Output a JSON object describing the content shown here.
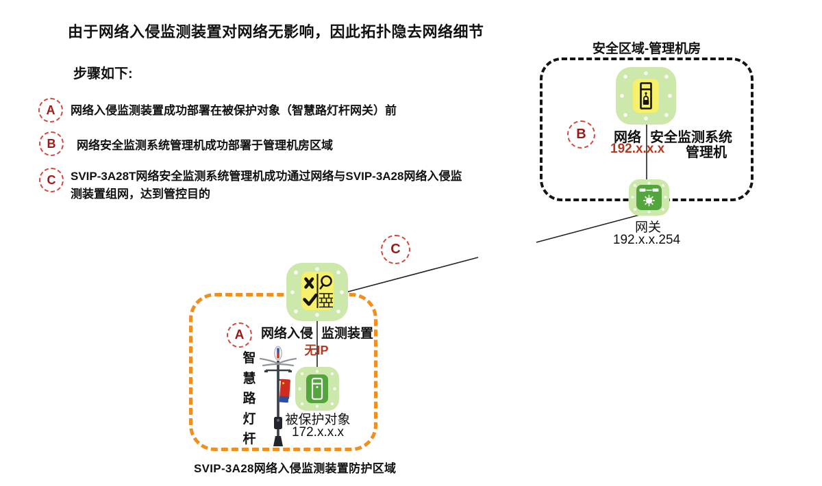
{
  "colors": {
    "icon_light_green": "#cde8ab",
    "icon_yellow": "#f6f06a",
    "icon_green": "#54a53d",
    "zone_orange": "#ee8f1f",
    "zone_black": "#141414",
    "badge_letter_red": "#9c1a15",
    "badge_border_red": "#d3473a",
    "accent_red": "#b03b22"
  },
  "header": {
    "title": "由于网络入侵监测装置对网络无影响，因此拓扑隐去网络细节",
    "steps_heading": "步骤如下:",
    "steps": [
      {
        "id": "A",
        "text": "网络入侵监测装置成功部署在被保护对象（智慧路灯杆网关）前"
      },
      {
        "id": "B",
        "text": "网络安全监测系统管理机成功部署于管理机房区域"
      },
      {
        "id": "C",
        "text": "SVIP-3A28T网络安全监测系统管理机成功通过网络与SVIP-3A28网络入侵监测装置组网，达到管控目的"
      }
    ]
  },
  "security_zone": {
    "title": "安全区域-管理机房",
    "badge": "B",
    "server": {
      "icon": "secure-server-icon",
      "label_left": "网络",
      "label_right": "安全监测系统",
      "ip": "192.x.x.x",
      "role": "管理机"
    },
    "gateway": {
      "icon": "router-gateway-icon",
      "label": "网关",
      "ip": "192.x.x.254"
    }
  },
  "link": {
    "badge": "C"
  },
  "protection_zone": {
    "badge": "A",
    "device": {
      "icon": "intrusion-monitor-icon",
      "label_left": "网络入侵",
      "label_right": "监测装置",
      "ip": "无IP"
    },
    "pole_label": "智慧路灯杆",
    "protected": {
      "icon": "protected-host-icon",
      "label": "被保护对象",
      "ip": "172.x.x.x"
    },
    "caption": "SVIP-3A28网络入侵监测装置防护区域"
  }
}
